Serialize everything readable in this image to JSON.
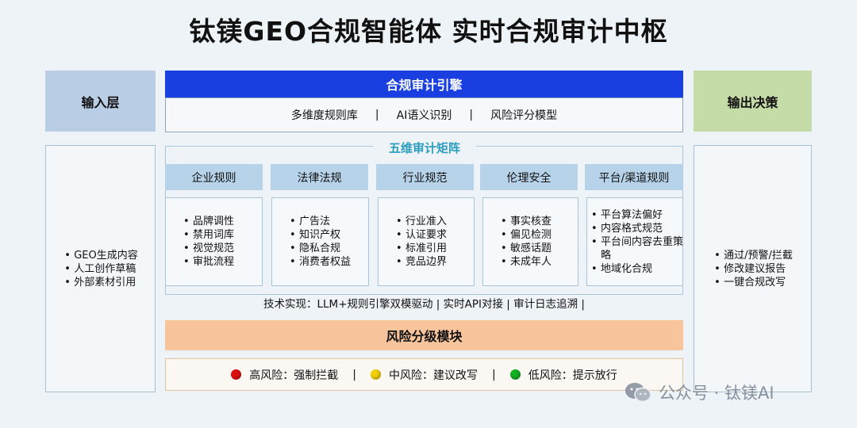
{
  "title": "钛镁GEO合规智能体  实时合规审计中枢",
  "input_layer": {
    "header": "输入层",
    "items": [
      "GEO生成内容",
      "人工创作草稿",
      "外部素材引用"
    ]
  },
  "engine": {
    "title": "合规审计引擎",
    "components": [
      "多维度规则库",
      "AI语义识别",
      "风险评分模型"
    ],
    "separator": "|"
  },
  "matrix": {
    "title": "五维审计矩阵",
    "columns": [
      {
        "header": "企业规则",
        "items": [
          "品牌调性",
          "禁用词库",
          "视觉规范",
          "审批流程"
        ]
      },
      {
        "header": "法律法规",
        "items": [
          "广告法",
          "知识产权",
          "隐私合规",
          "消费者权益"
        ]
      },
      {
        "header": "行业规范",
        "items": [
          "行业准入",
          "认证要求",
          "标准引用",
          "竞品边界"
        ]
      },
      {
        "header": "伦理安全",
        "items": [
          "事实核查",
          "偏见检测",
          "敏感话题",
          "未成年人"
        ]
      },
      {
        "header": "平台/渠道规则",
        "items": [
          "平台算法偏好",
          "内容格式规范",
          "平台间内容去重策略",
          "地域化合规"
        ]
      }
    ]
  },
  "tech_line": "技术实现：LLM+规则引擎双模驱动 | 实时API对接 | 审计日志追溯 |",
  "risk": {
    "title": "风险分级模块",
    "levels": [
      {
        "label": "高风险：强制拦截",
        "color": "#e01010"
      },
      {
        "label": "中风险：建议改写",
        "color": "#f2d000"
      },
      {
        "label": "低风险：提示放行",
        "color": "#10b020"
      }
    ],
    "separator": "|"
  },
  "output_layer": {
    "header": "输出决策",
    "items": [
      "通过/预警/拦截",
      "修改建议报告",
      "一键合规改写"
    ]
  },
  "watermark": {
    "text": "公众号 · 钛镁AI",
    "icon": "wechat-icon"
  }
}
